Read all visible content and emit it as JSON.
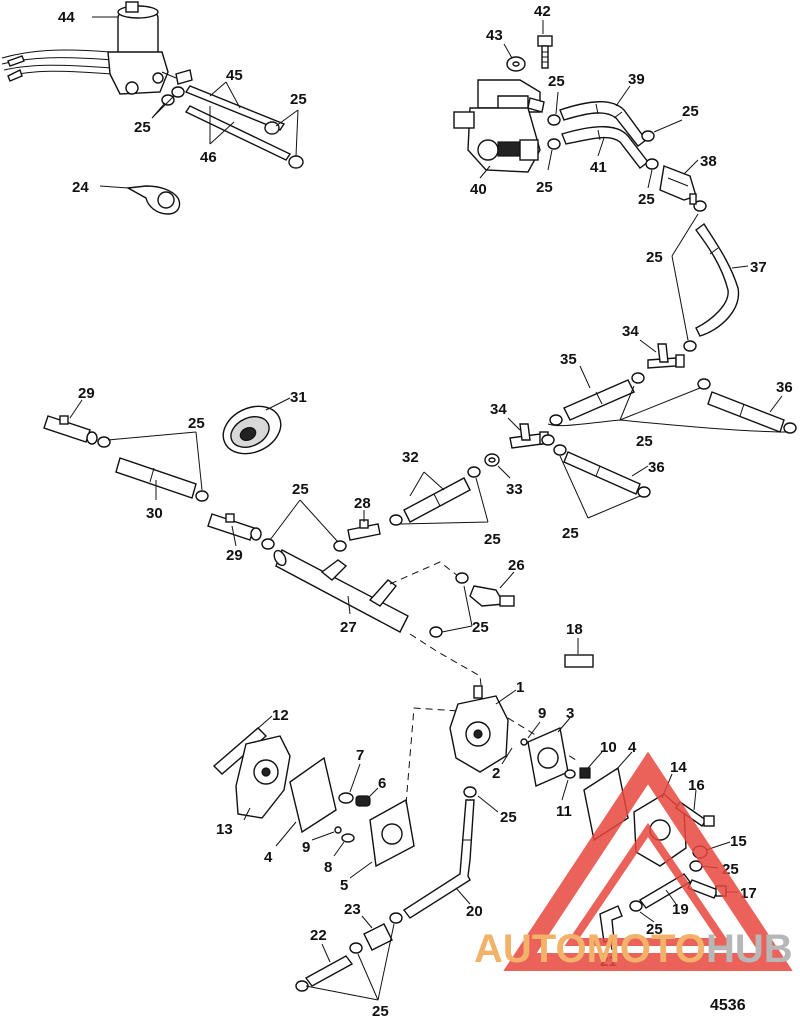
{
  "labels": {
    "l1": "1",
    "l2": "2",
    "l3": "3",
    "l4a": "4",
    "l4b": "4",
    "l5": "5",
    "l6": "6",
    "l7": "7",
    "l8": "8",
    "l9a": "9",
    "l9b": "9",
    "l10": "10",
    "l11": "11",
    "l12": "12",
    "l13": "13",
    "l14": "14",
    "l15": "15",
    "l16": "16",
    "l17": "17",
    "l18": "18",
    "l19": "19",
    "l20": "20",
    "l21": "21",
    "l22": "22",
    "l23": "23",
    "l24": "24",
    "l25a": "25",
    "l25b": "25",
    "l25c": "25",
    "l25d": "25",
    "l25e": "25",
    "l25f": "25",
    "l25g": "25",
    "l25h": "25",
    "l25i": "25",
    "l25j": "25",
    "l25k": "25",
    "l25l": "25",
    "l25m": "25",
    "l25n": "25",
    "l25o": "25",
    "l25p": "25",
    "l26": "26",
    "l27": "27",
    "l28": "28",
    "l29a": "29",
    "l29b": "29",
    "l30": "30",
    "l31": "31",
    "l32": "32",
    "l33": "33",
    "l34a": "34",
    "l34b": "34",
    "l35": "35",
    "l36a": "36",
    "l36b": "36",
    "l37": "37",
    "l38": "38",
    "l39": "39",
    "l40": "40",
    "l41": "41",
    "l42": "42",
    "l43": "43",
    "l44": "44",
    "l45": "45",
    "l46": "46"
  },
  "figure_code": "4536",
  "watermark": {
    "part_a": "AUTOMOTO",
    "part_b": "HUB"
  },
  "colors": {
    "watermark_red": "#e8473f",
    "watermark_orange": "#f2b26a",
    "watermark_gray": "#b7b7b7"
  }
}
